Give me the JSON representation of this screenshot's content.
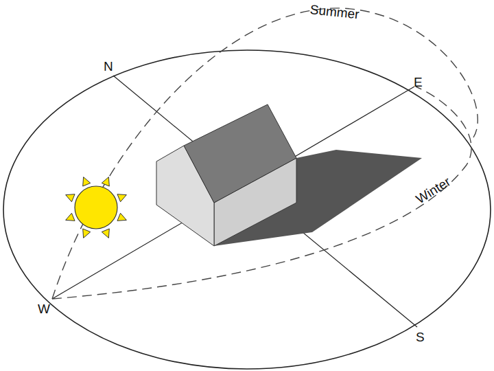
{
  "diagram": {
    "labels": [
      "Summer",
      "N",
      "E",
      "Winter",
      "W",
      "S"
    ]
  }
}
